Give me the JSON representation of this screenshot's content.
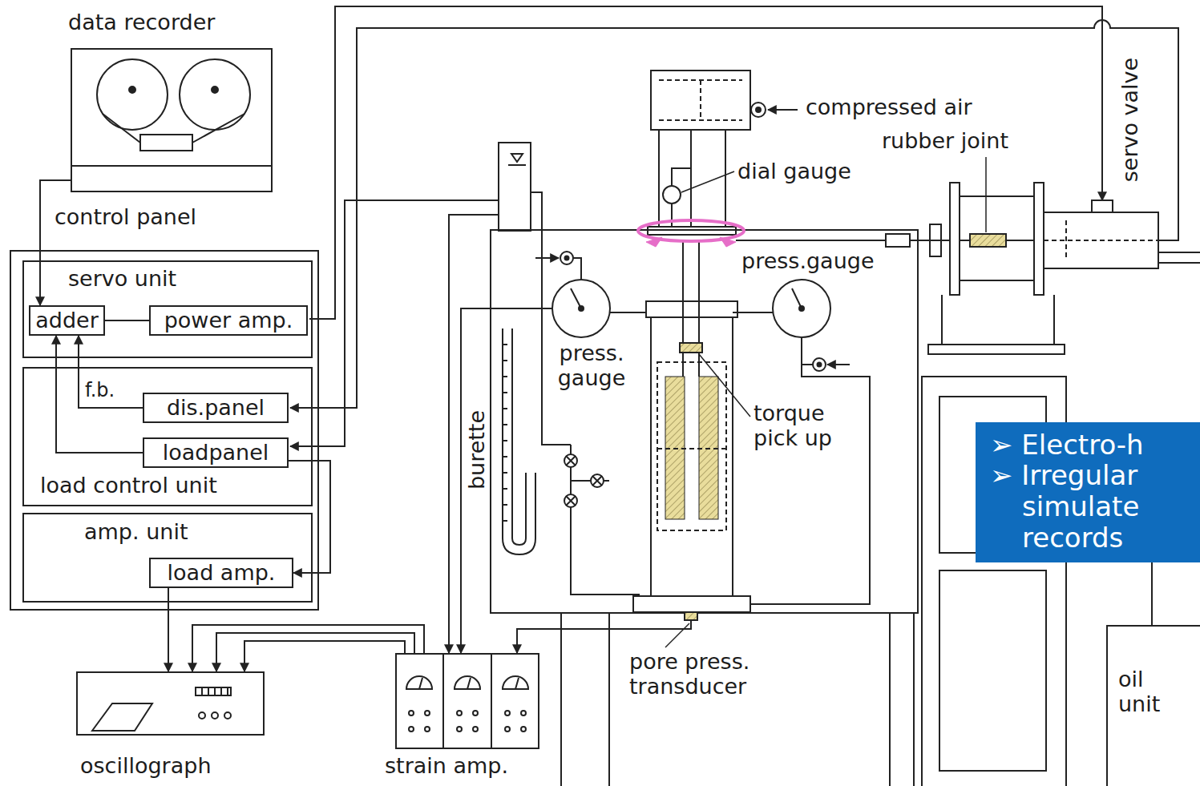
{
  "diagram": {
    "nodes": [
      {
        "text": [
          "data recorder"
        ]
      },
      {
        "text": [
          "control panel"
        ]
      },
      {
        "text": [
          "servo unit"
        ],
        "in": 1
      },
      {
        "text": [
          "adder"
        ],
        "in": 2
      },
      {
        "text": [
          "power amp."
        ],
        "in": 2
      },
      {
        "text": [
          "load control unit"
        ],
        "in": 1
      },
      {
        "text": [
          "dis.panel"
        ],
        "in": 5
      },
      {
        "text": [
          "loadpanel"
        ],
        "in": 5
      },
      {
        "text": [
          "amp. unit"
        ],
        "in": 1
      },
      {
        "text": [
          "load amp."
        ],
        "in": 8
      },
      {
        "text": [
          "oscillograph"
        ]
      },
      {
        "text": [
          "strain amp."
        ]
      },
      {
        "text": [
          "oil unit"
        ]
      },
      {
        "text": [
          "➢ Electro-h",
          "➢ Irregular simulate records"
        ]
      }
    ],
    "edges": [
      {
        "from": 0,
        "to": 3,
        "arrow": "to"
      },
      {
        "from": 3,
        "to": 4,
        "arrow": "none"
      },
      {
        "from": 6,
        "to": 3,
        "arrow": "to",
        "label": "f.b."
      },
      {
        "from": 7,
        "to": 3,
        "arrow": "to"
      },
      {
        "from": 7,
        "to": 9,
        "arrow": "to"
      },
      {
        "from": 9,
        "to": 10,
        "arrow": "to"
      },
      {
        "from": 11,
        "to": 10,
        "arrow": "to"
      },
      {
        "from": 11,
        "to": 10,
        "arrow": "to"
      },
      {
        "from": 11,
        "to": 10,
        "arrow": "to"
      }
    ],
    "labels": [
      "compressed air",
      "rubber joint",
      "dial gauge",
      "servo valve",
      "press. gauge",
      "press.gauge",
      "torque pick up",
      "burette",
      "pore press. transducer"
    ]
  }
}
